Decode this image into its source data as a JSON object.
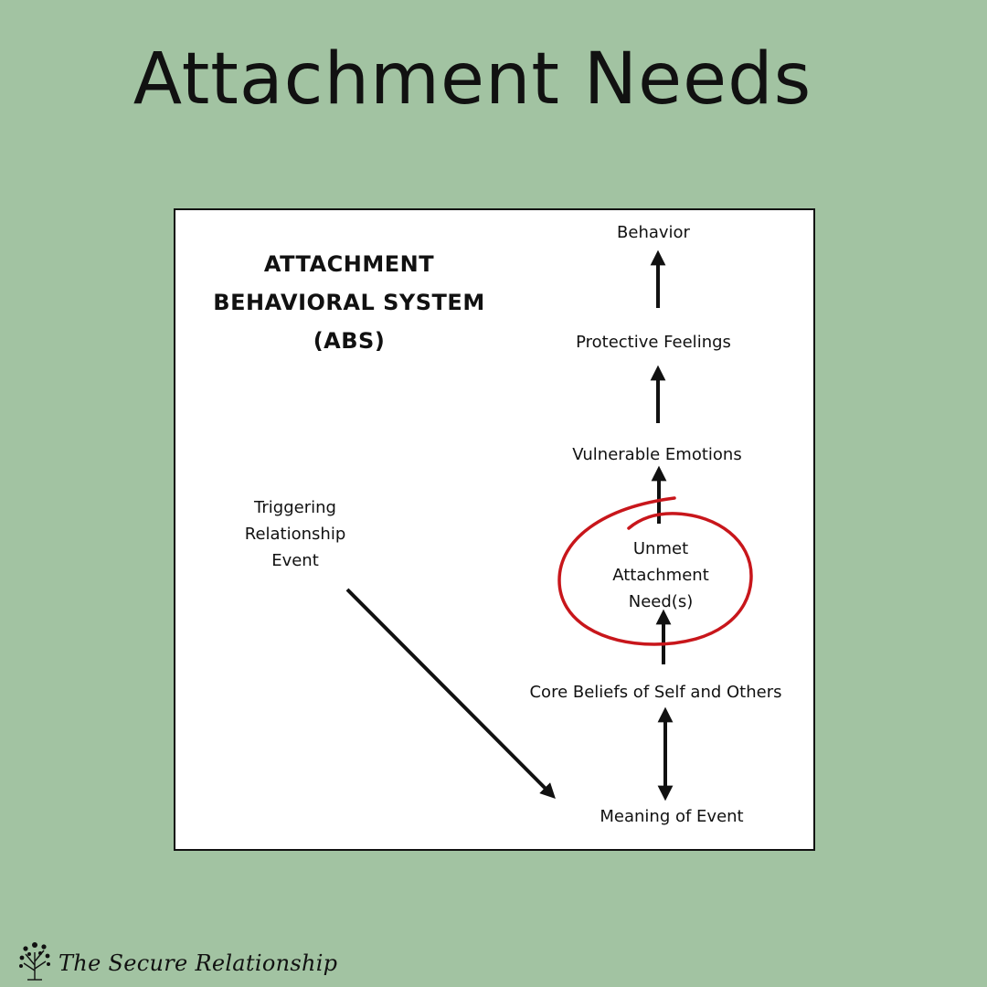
{
  "page_title": "Attachment Needs",
  "diagram": {
    "title_lines": [
      "ATTACHMENT",
      "BEHAVIORAL SYSTEM",
      "(ABS)"
    ],
    "trigger_lines": [
      "Triggering",
      "Relationship",
      "Event"
    ],
    "behavior": "Behavior",
    "protective_feelings": "Protective Feelings",
    "vulnerable_emotions": "Vulnerable Emotions",
    "unmet_lines": [
      "Unmet",
      "Attachment",
      "Need(s)"
    ],
    "core_beliefs": "Core Beliefs of Self and Others",
    "meaning_of_event": "Meaning of Event",
    "highlight_color": "#c8161b"
  },
  "brand": {
    "name": "The Secure Relationship",
    "logo_icon": "tree-icon"
  }
}
